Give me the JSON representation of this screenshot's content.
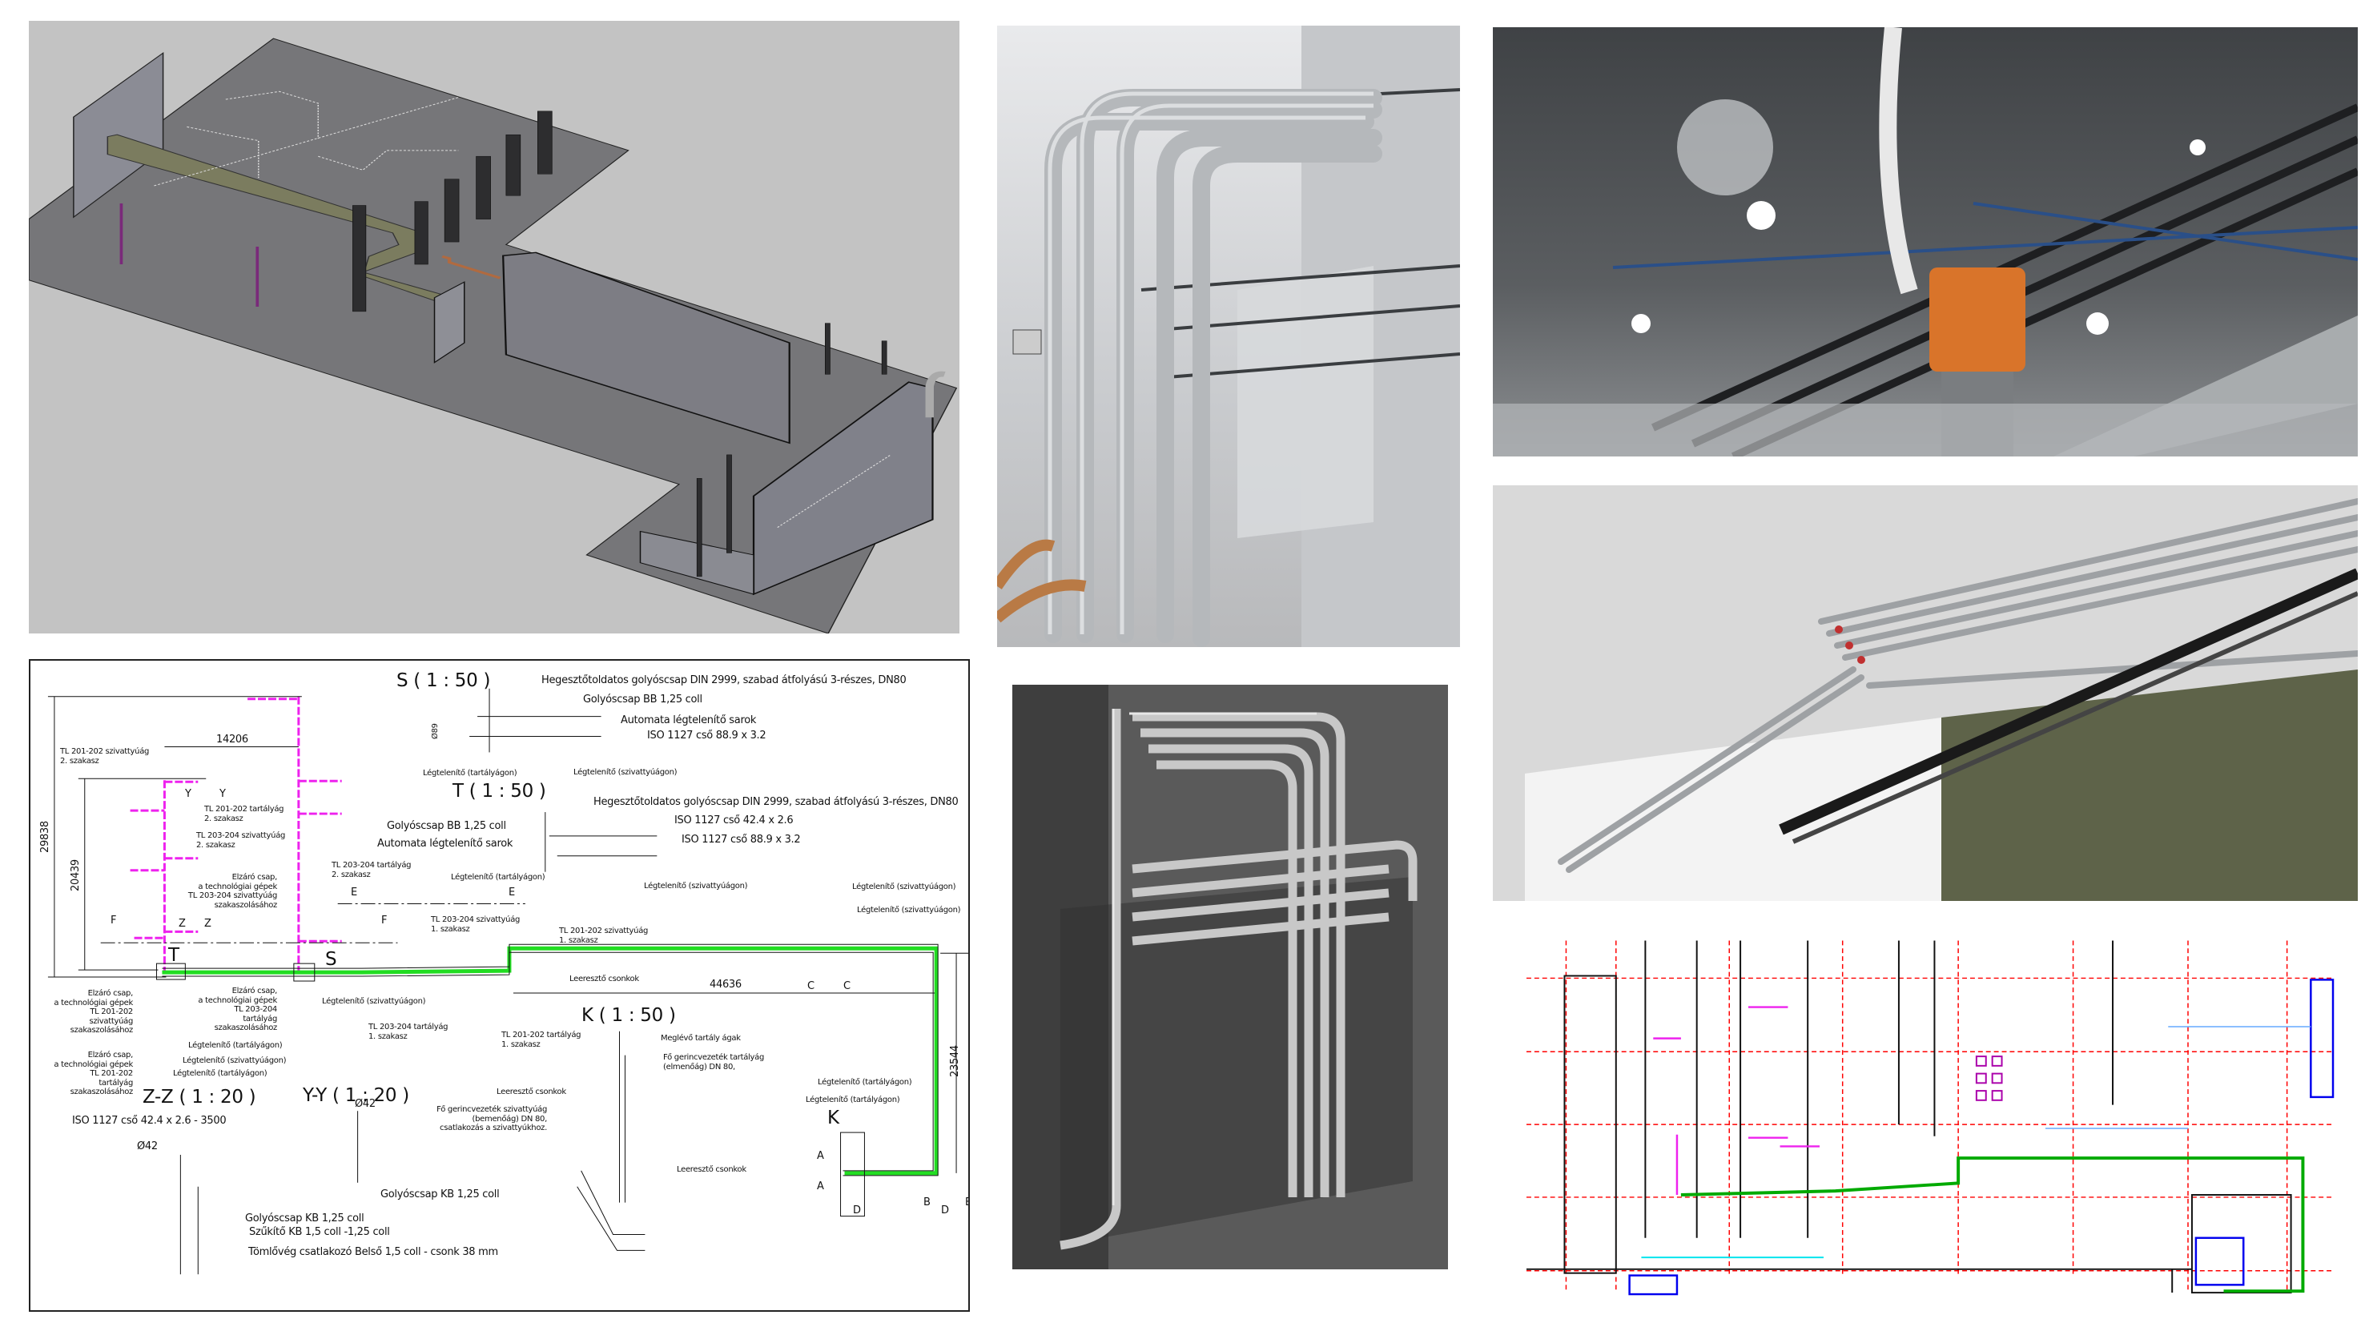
{
  "colors": {
    "model_background": "#c3c3c3",
    "model_floor": "#737373",
    "duct_beige": "#77785a",
    "pipe_green": "#22dd22",
    "pipe_magenta": "#ee22ee",
    "plan_red_dashed": "#ff0000",
    "plan_blue": "#0000ee"
  },
  "drawing": {
    "labels": [
      "S ( 1 : 50 )",
      "Hegesztőtoldatos golyóscsap DIN 2999, szabad átfolyású 3-részes, DN80",
      "Golyóscsap BB 1,25 coll",
      "Automata légtelenítő sarok",
      "ISO 1127 cső 88.9 x 3.2",
      "Ø89",
      "Légtelenítő (tartályágon)",
      "Légtelenítő (szivattyúágon)",
      "T ( 1 : 50 )",
      "Hegesztőtoldatos golyóscsap DIN 2999, szabad átfolyású 3-részes, DN80",
      "ISO 1127 cső 42.4 x 2.6",
      "Golyóscsap BB 1,25 coll",
      "ISO 1127 cső 88.9 x 3.2",
      "Automata légtelenítő sarok",
      "Légtelenítő (tartályágon)",
      "Légtelenítő (szivattyúágon)",
      "Légtelenítő (szivattyúágon)",
      "Légtelenítő (szivattyúágon)",
      "14206",
      "29838",
      "20439",
      "TL 201-202 szivattyúág\n2. szakasz",
      "TL 201-202 tartályág\n2. szakasz",
      "TL 203-204 szivattyúág\n2. szakasz",
      "TL 203-204 tartályág\n2. szakasz",
      "Elzáró csap,\na technológiai gépek\nTL 203-204 szivattyúág\nszakaszolásához",
      "Y",
      "Y",
      "Z",
      "Z",
      "F",
      "F",
      "E",
      "E",
      "T",
      "S",
      "C",
      "C",
      "TL 203-204 szivattyúág\n1. szakasz",
      "TL 201-202 szivattyúág\n1. szakasz",
      "Leeresztő csonkok",
      "44636",
      "Elzáró csap,\na technológiai gépek\nTL 201-202\nszivattyúág\nszakaszolásához",
      "Légtelenítő (szivattyúágon)",
      "Elzáró csap,\na technológiai gépek\nTL 203-204\ntartályág\nszakaszolásához",
      "Légtelenítő (tartályágon)",
      "TL 203-204 tartályág\n1. szakasz",
      "TL 201-202 tartályág\n1. szakasz",
      "K ( 1 : 50 )",
      "Elzáró csap,\na technológiai gépek\nTL 201-202\ntartályág\nszakaszolásához",
      "Légtelenítő (szivattyúágon)",
      "Légtelenítő (tartályágon)",
      "Z-Z ( 1 : 20 )",
      "Y-Y ( 1 : 20 )",
      "Meglévő tartály ágak",
      "Fő gerincvezeték tartályág\n(elmenőág) DN 80,",
      "Leeresztő csonkok",
      "Fő gerincvezeték szivattyúág\n(bemenőág) DN 80,\ncsatlakozás a szivattyúkhoz.",
      "Légtelenítő (tartályágon)",
      "Légtelenítő (tartályágon)",
      "K",
      "ISO 1127 cső 42.4 x 2.6 - 3500",
      "Ø42",
      "Ø42",
      "23544",
      "Golyóscsap KB 1,25 coll",
      "Leeresztő csonkok",
      "Golyóscsap KB 1,25 coll",
      "Szűkítő KB 1,5 coll -1,25  coll",
      "Tömlővég csatlakozó Belső 1,5  coll - csonk 38 mm",
      "A",
      "A",
      "D",
      "B",
      "D",
      "B"
    ]
  }
}
